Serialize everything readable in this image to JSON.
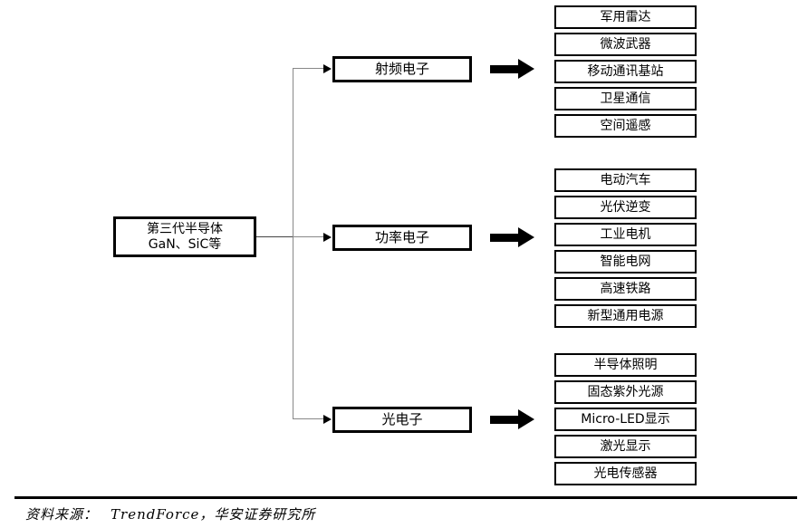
{
  "root": {
    "line1": "第三代半导体",
    "line2": "GaN、SiC等"
  },
  "branches": [
    {
      "label": "射频电子",
      "apps": [
        "军用雷达",
        "微波武器",
        "移动通讯基站",
        "卫星通信",
        "空间遥感"
      ]
    },
    {
      "label": "功率电子",
      "apps": [
        "电动汽车",
        "光伏逆变",
        "工业电机",
        "智能电网",
        "高速铁路",
        "新型通用电源"
      ]
    },
    {
      "label": "光电子",
      "apps": [
        "半导体照明",
        "固态紫外光源",
        "Micro-LED显示",
        "激光显示",
        "光电传感器"
      ]
    }
  ],
  "footer": {
    "label": "资料来源：",
    "text": "TrendForce，华安证券研究所"
  },
  "colors": {
    "background": "#ffffff",
    "box_border": "#000000",
    "text": "#000000",
    "connector_line": "#888888",
    "arrow": "#000000"
  }
}
